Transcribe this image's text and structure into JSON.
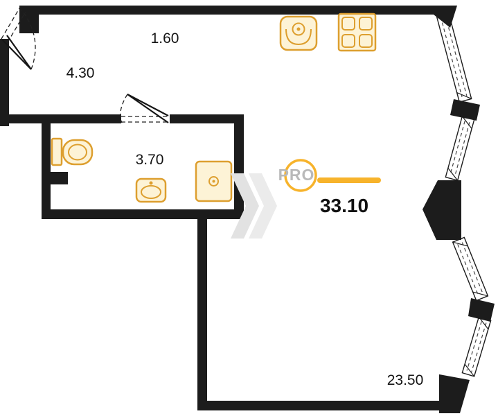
{
  "page": {
    "type": "apartment-floor-plan"
  },
  "labels": {
    "corridor_area": "1.60",
    "hall_area": "4.30",
    "bathroom_area": "3.70",
    "total_area": "33.10",
    "room_area": "23.50"
  },
  "brand": {
    "name": "PRO"
  },
  "colors": {
    "accent": "#f7b32b",
    "wall": "#1c1c1c",
    "fixture_stroke": "#dd9f2f",
    "fixture_fill": "#fdf3d6",
    "watermark": "#e2e2e2",
    "brand_text": "#b9b9b9"
  },
  "fixtures": [
    {
      "name": "kitchen-sink"
    },
    {
      "name": "stove-4-burner"
    },
    {
      "name": "toilet"
    },
    {
      "name": "washbasin"
    },
    {
      "name": "shower"
    }
  ],
  "openings": {
    "entry_door": "entry-door-top-left",
    "interior_door": "bathroom-door",
    "window_count": 4
  }
}
